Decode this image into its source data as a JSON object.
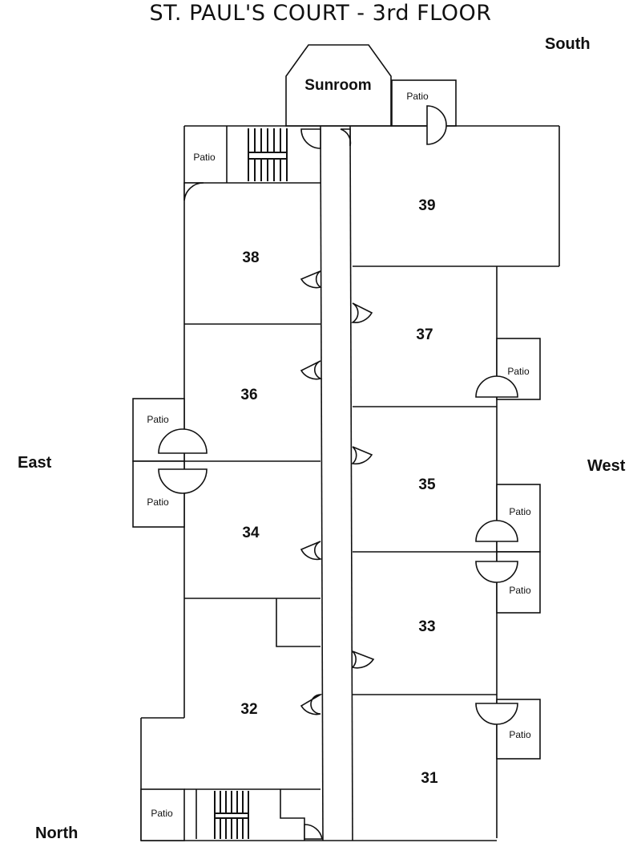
{
  "title": "ST. PAUL'S COURT - 3rd FLOOR",
  "compass": {
    "south": "South",
    "east": "East",
    "west": "West",
    "north": "North"
  },
  "sunroom": "Sunroom",
  "patio_label": "Patio",
  "units": {
    "u39": "39",
    "u38": "38",
    "u37": "37",
    "u36": "36",
    "u35": "35",
    "u34": "34",
    "u33": "33",
    "u32": "32",
    "u31": "31"
  }
}
